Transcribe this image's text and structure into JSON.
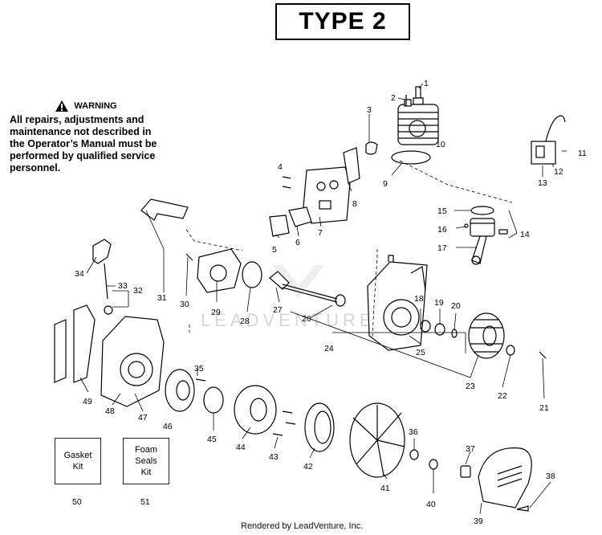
{
  "title": "TYPE 2",
  "warning": {
    "heading": "WARNING",
    "body": "All repairs, adjustments and maintenance not described in the Operator’s Manual must be performed by qualified service personnel."
  },
  "kits": [
    {
      "label": "Gasket\nKit",
      "number": "50"
    },
    {
      "label": "Foam\nSeals\nKit",
      "number": "51"
    }
  ],
  "part_numbers": [
    "1",
    "2",
    "3",
    "4",
    "5",
    "6",
    "7",
    "8",
    "9",
    "10",
    "11",
    "12",
    "13",
    "14",
    "15",
    "16",
    "17",
    "18",
    "19",
    "20",
    "21",
    "22",
    "23",
    "24",
    "25",
    "26",
    "27",
    "28",
    "29",
    "30",
    "31",
    "32",
    "33",
    "34",
    "35",
    "36",
    "37",
    "38",
    "39",
    "40",
    "41",
    "42",
    "43",
    "44",
    "45",
    "46",
    "47",
    "48",
    "49"
  ],
  "watermark": "LEADVENTURE",
  "footer": "Rendered by LeadVenture, Inc."
}
